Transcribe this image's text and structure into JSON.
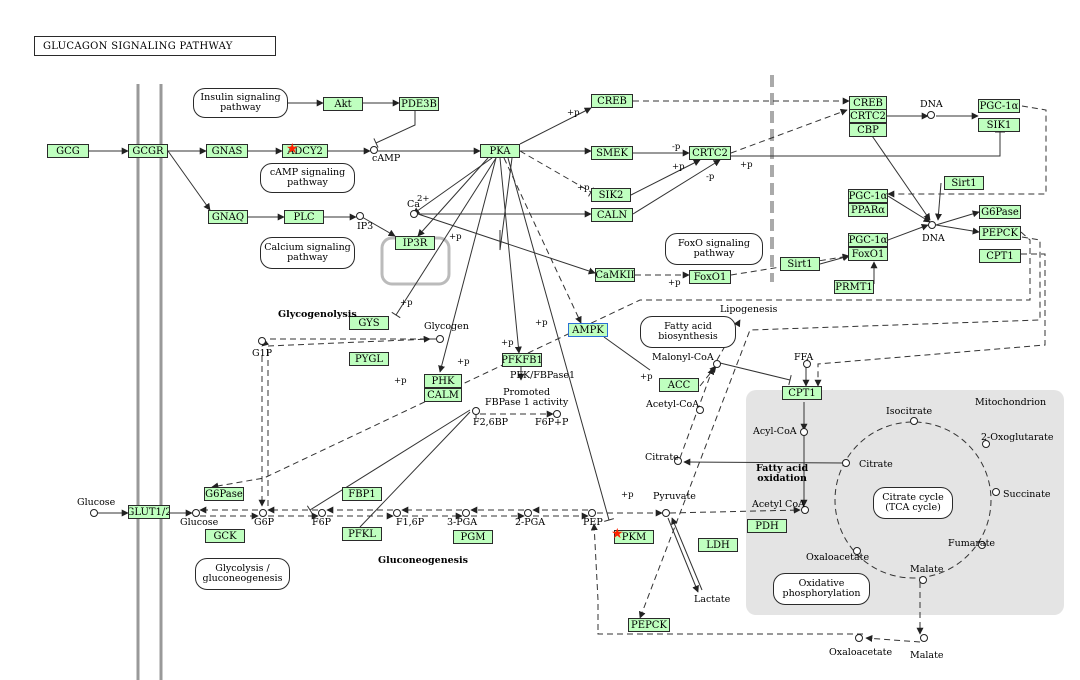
{
  "title": "GLUCAGON SIGNALING PATHWAY",
  "colors": {
    "gene_fill": "#bfffbf",
    "compartment": "#e4e4e4",
    "highlight_star": "#ff2200",
    "selected_border": "#2b6fd6"
  },
  "genes": {
    "GCG": "GCG",
    "GCGR": "GCGR",
    "GNAS": "GNAS",
    "ADCY2": "ADCY2",
    "Akt": "Akt",
    "PDE3B": "PDE3B",
    "PKA": "PKA",
    "CREB": "CREB",
    "SMEK": "SMEK",
    "CRTC2": "CRTC2",
    "SIK2": "SIK2",
    "CALN": "CALN",
    "GNAQ": "GNAQ",
    "PLC": "PLC",
    "IP3R": "IP3R",
    "CaMKII": "CaMKII",
    "FoxO1": "FoxO1",
    "CREB_r": "CREB",
    "CRTC2_r": "CRTC2",
    "CBP": "CBP",
    "PGC1a_top": "PGC-1α",
    "SIK1": "SIK1",
    "Sirt1_top": "Sirt1",
    "PGC1a_mid": "PGC-1α",
    "PPARa": "PPARα",
    "G6Pase_r": "G6Pase",
    "PEPCK_r": "PEPCK",
    "CPT1_r": "CPT1",
    "Sirt1_low": "Sirt1",
    "PGC1a_low": "PGC-1α",
    "FoxO1_r": "FoxO1",
    "PRMT1": "PRMT1",
    "GYS": "GYS",
    "PYGL": "PYGL",
    "PHK": "PHK",
    "CALM": "CALM",
    "PFKFB1": "PFKFB1",
    "AMPK": "AMPK",
    "ACC": "ACC",
    "CPT1_m": "CPT1",
    "G6Pase_l": "G6Pase",
    "FBP1": "FBP1",
    "GLUT1_2": "GLUT1/2",
    "GCK": "GCK",
    "PFKL": "PFKL",
    "PGM": "PGM",
    "PKM": "PKM",
    "LDH": "LDH",
    "PDH": "PDH",
    "PEPCK_b": "PEPCK"
  },
  "pathways": {
    "insulin": "Insulin signaling\npathway",
    "camp": "cAMP signaling\npathway",
    "calcium": "Calcium signaling\npathway",
    "foxo": "FoxO signaling\npathway",
    "fatty_acid": "Fatty acid\nbiosynthesis",
    "glycolysis": "Glycolysis /\ngluconeogenesis",
    "tca": "Citrate cycle\n(TCA cycle)",
    "oxphos": "Oxidative\nphosphorylation"
  },
  "labels": {
    "cAMP": "cAMP",
    "IP3": "IP3",
    "Ca": "Ca",
    "Ca_sup": "2+",
    "DNA1": "DNA",
    "DNA2": "DNA",
    "Glycogenolysis": "Glycogenolysis",
    "Glycogen": "Glycogen",
    "G1P": "G1P",
    "PFK_FBPase1": "PFK/FBPase1",
    "Promoted": "Promoted\nFBPase 1 activity",
    "F26BP": "F2,6BP",
    "F6P_P": "F6P+P",
    "Lipogenesis": "Lipogenesis",
    "MalonylCoA": "Malonyl-CoA",
    "AcetylCoA": "Acetyl-CoA",
    "FFA": "FFA",
    "Citrate_l": "Citrate",
    "Mitochondrion": "Mitochondrion",
    "AcylCoA": "Acyl-CoA",
    "FAO": "Fatty acid\noxidation",
    "AcetylCoA_m": "Acetyl CoA",
    "Isocitrate": "Isocitrate",
    "Oxoglutarate": "2-Oxoglutarate",
    "Citrate_m": "Citrate",
    "Succinate": "Succinate",
    "Fumarate": "Fumarate",
    "Malate_m": "Malate",
    "Oxaloacetate_m": "Oxaloacetate",
    "Glucose_out": "Glucose",
    "Glucose_in": "Glucose",
    "G6P": "G6P",
    "F6P": "F6P",
    "F16P": "F1,6P",
    "PGA3": "3-PGA",
    "PGA2": "2-PGA",
    "PEP": "PEP",
    "Pyruvate": "Pyruvate",
    "Lactate": "Lactate",
    "Gluconeogenesis": "Gluconeogenesis",
    "Oxaloacetate_b": "Oxaloacetate",
    "Malate_b": "Malate",
    "p": "+p",
    "mp": "-p"
  }
}
